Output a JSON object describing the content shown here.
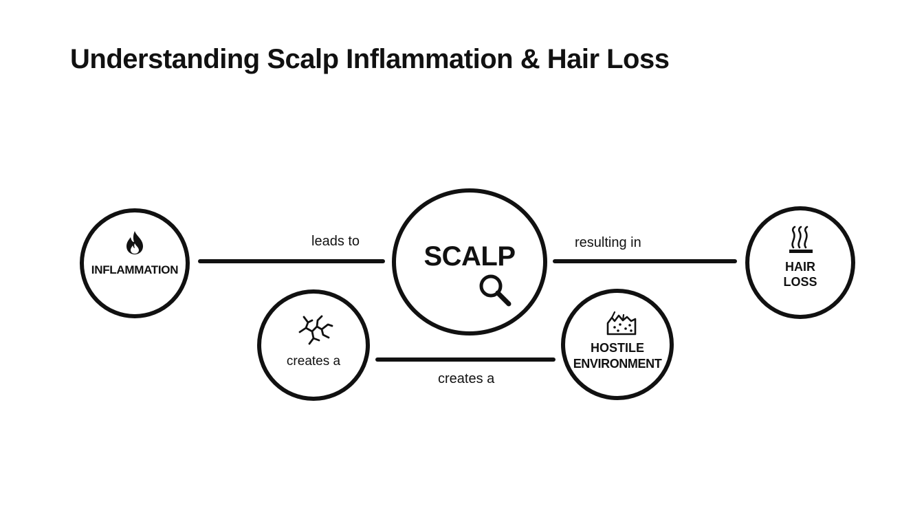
{
  "title": "Understanding Scalp Inflammation & Hair Loss",
  "nodes": {
    "inflammation": {
      "label": "INFLAMMATION",
      "icon": "flame-icon"
    },
    "scalp": {
      "label": "SCALP",
      "icon": "magnifier-icon"
    },
    "hair_loss": {
      "label_line1": "HAIR",
      "label_line2": "LOSS",
      "icon": "hair-strands-icon"
    },
    "damage": {
      "label": "creates a",
      "icon": "cracked-skin-icon"
    },
    "hostile": {
      "label_line1": "HOSTILE",
      "label_line2": "ENVIRONMENT",
      "icon": "damaged-tissue-icon"
    }
  },
  "edges": {
    "inflammation_to_scalp": "leads to",
    "scalp_to_hair_loss": "resulting in",
    "damage_to_hostile": "creates a"
  },
  "colors": {
    "stroke": "#111111",
    "background": "#ffffff"
  }
}
